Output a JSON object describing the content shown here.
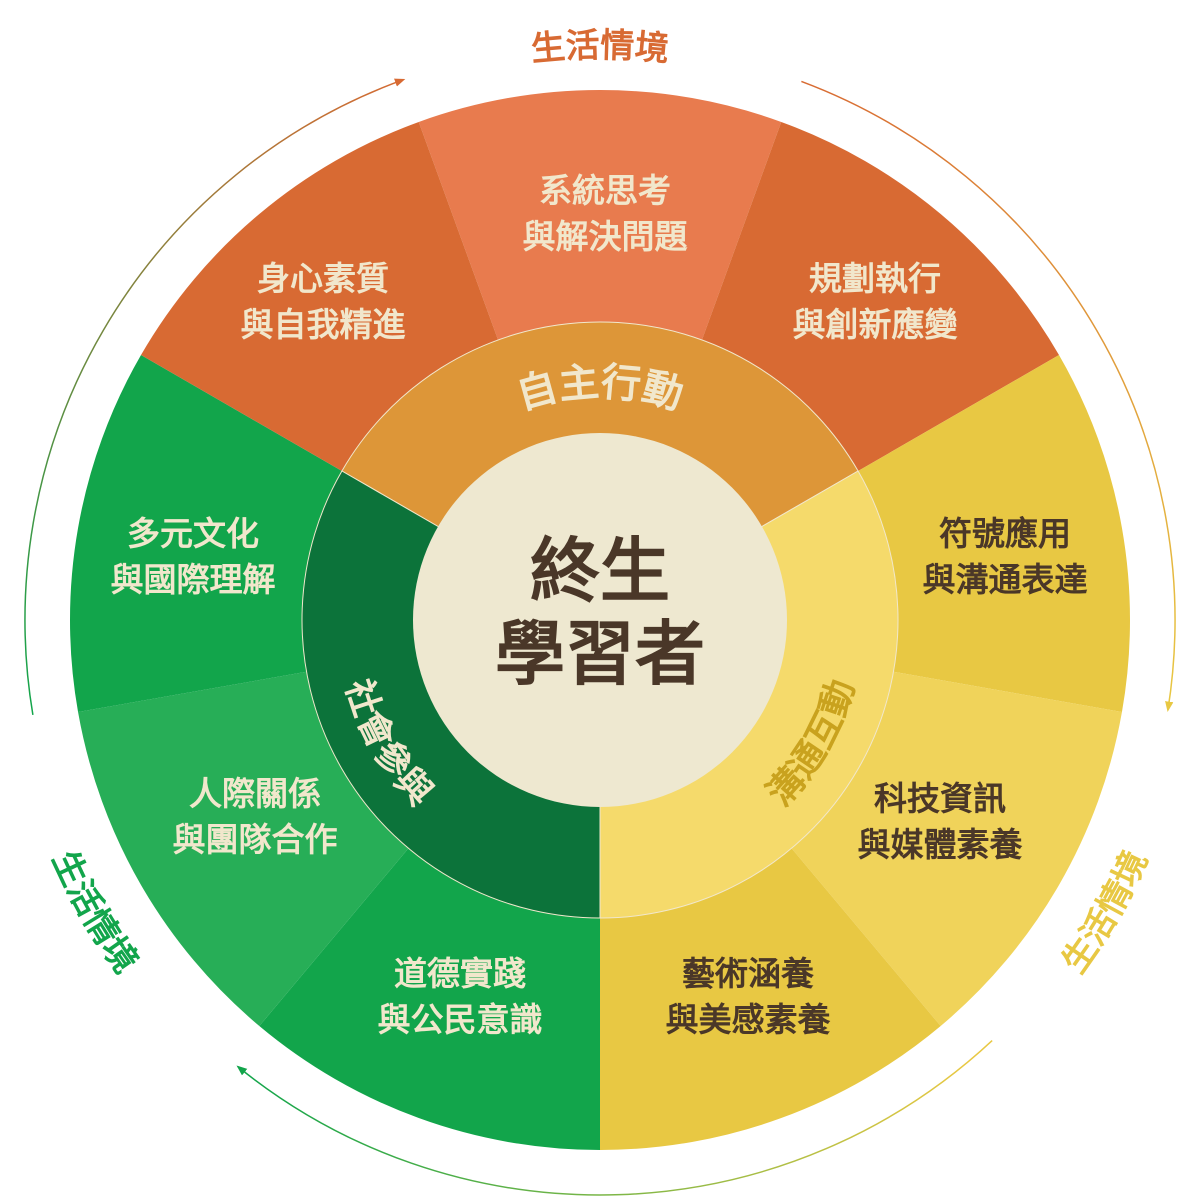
{
  "center": {
    "line1": "終生",
    "line2": "學習者"
  },
  "rings": [
    {
      "label": "自主行動",
      "color": "#dd9638",
      "text_color": "#f1e7cc"
    },
    {
      "label": "溝通互動",
      "color": "#f5da6b",
      "text_color": "#c9a21e"
    },
    {
      "label": "社會參與",
      "color": "#0c733a",
      "text_color": "#f1e7cc"
    }
  ],
  "segments": [
    {
      "line1": "系統思考",
      "line2": "與解決問題",
      "color": "#e87b4e",
      "text_color": "#f1e7cc"
    },
    {
      "line1": "規劃執行",
      "line2": "與創新應變",
      "color": "#d86a33",
      "text_color": "#f1e7cc"
    },
    {
      "line1": "符號應用",
      "line2": "與溝通表達",
      "color": "#e8c843",
      "text_color": "#4a3728"
    },
    {
      "line1": "科技資訊",
      "line2": "與媒體素養",
      "color": "#f0d35a",
      "text_color": "#4a3728"
    },
    {
      "line1": "藝術涵養",
      "line2": "與美感素養",
      "color": "#e8c843",
      "text_color": "#4a3728"
    },
    {
      "line1": "道德實踐",
      "line2": "與公民意識",
      "color": "#12a54b",
      "text_color": "#f1e7cc"
    },
    {
      "line1": "人際關係",
      "line2": "與團隊合作",
      "color": "#27ae57",
      "text_color": "#f1e7cc"
    },
    {
      "line1": "多元文化",
      "line2": "與國際理解",
      "color": "#12a54b",
      "text_color": "#f1e7cc"
    },
    {
      "line1": "身心素質",
      "line2": "與自我精進",
      "color": "#d86a33",
      "text_color": "#f1e7cc"
    }
  ],
  "context_labels": [
    {
      "label": "生活情境",
      "color": "#d86a33"
    },
    {
      "label": "生活情境",
      "color": "#e8c843"
    },
    {
      "label": "生活情境",
      "color": "#12a54b"
    }
  ],
  "colors": {
    "center_fill": "#eee8d0",
    "center_text": "#4a3728",
    "divider": "#f1e7cc"
  }
}
